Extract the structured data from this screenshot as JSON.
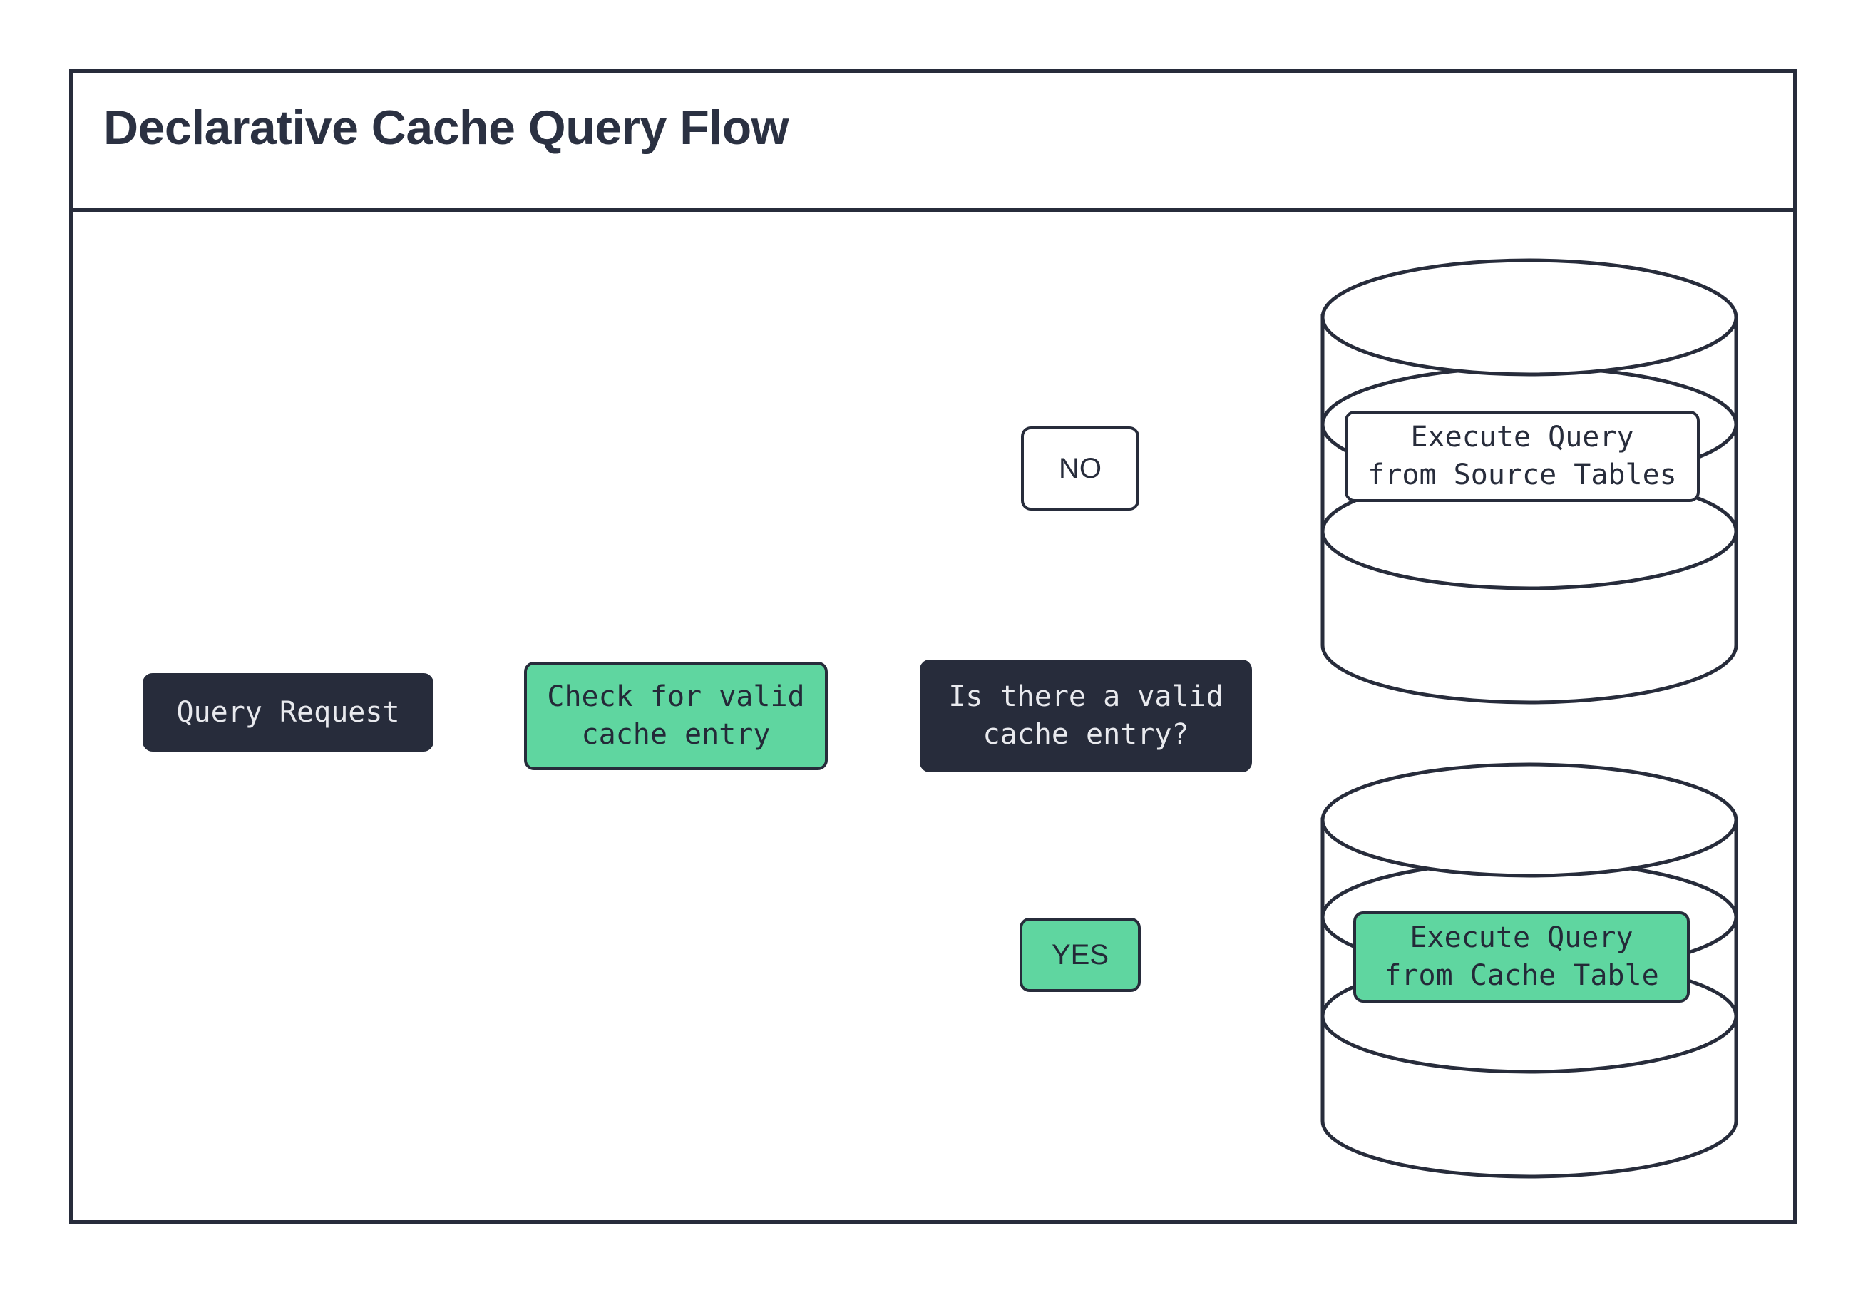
{
  "diagram": {
    "title": "Declarative Cache Query Flow",
    "type": "flowchart",
    "colors": {
      "dark": "#272c3b",
      "green": "#5fd6a0",
      "white": "#ffffff",
      "text_light": "#e9eaee",
      "text_dark": "#242938"
    },
    "nodes": [
      {
        "id": "query-request",
        "label": "Query Request",
        "shape": "rounded-rect",
        "style": "dark"
      },
      {
        "id": "check-cache",
        "label": "Check for valid\ncache entry",
        "shape": "rounded-rect",
        "style": "green"
      },
      {
        "id": "decision",
        "label": "Is there a valid\ncache entry?",
        "shape": "rounded-rect",
        "style": "dark"
      },
      {
        "id": "source-db",
        "label": "Execute Query\nfrom Source Tables",
        "shape": "database-cylinder",
        "style": "white"
      },
      {
        "id": "cache-db",
        "label": "Execute Query\nfrom Cache Table",
        "shape": "database-cylinder",
        "style": "green"
      }
    ],
    "branch_labels": [
      {
        "id": "no",
        "label": "NO",
        "style": "white"
      },
      {
        "id": "yes",
        "label": "YES",
        "style": "green"
      }
    ],
    "edges": [
      {
        "from": "query-request",
        "to": "check-cache",
        "label": ""
      },
      {
        "from": "check-cache",
        "to": "decision",
        "label": ""
      },
      {
        "from": "decision",
        "to": "source-db",
        "label": "NO"
      },
      {
        "from": "decision",
        "to": "cache-db",
        "label": "YES"
      }
    ]
  }
}
